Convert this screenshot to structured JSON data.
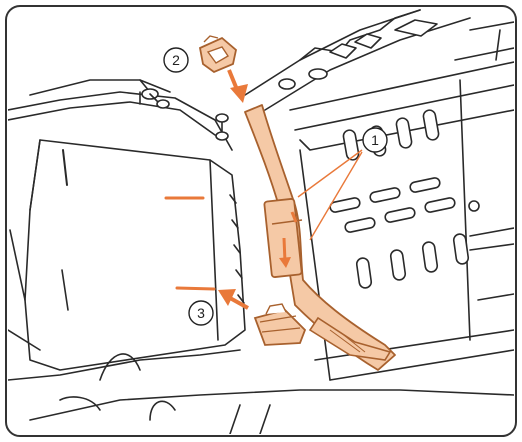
{
  "callouts": [
    {
      "id": "1",
      "text": "1"
    },
    {
      "id": "2",
      "text": "2"
    },
    {
      "id": "3",
      "text": "3"
    }
  ],
  "colors": {
    "accent_orange": "#e9793a",
    "strap_fill": "#f5c9a6",
    "strap_stroke": "#a8612e",
    "line_art": "#2a2a2a",
    "panel_fill": "#ffffff",
    "frame_border": "#333333"
  },
  "icons": {
    "buckle": "buckle-icon",
    "clip": "clip-icon",
    "arrow": "arrow-icon"
  }
}
